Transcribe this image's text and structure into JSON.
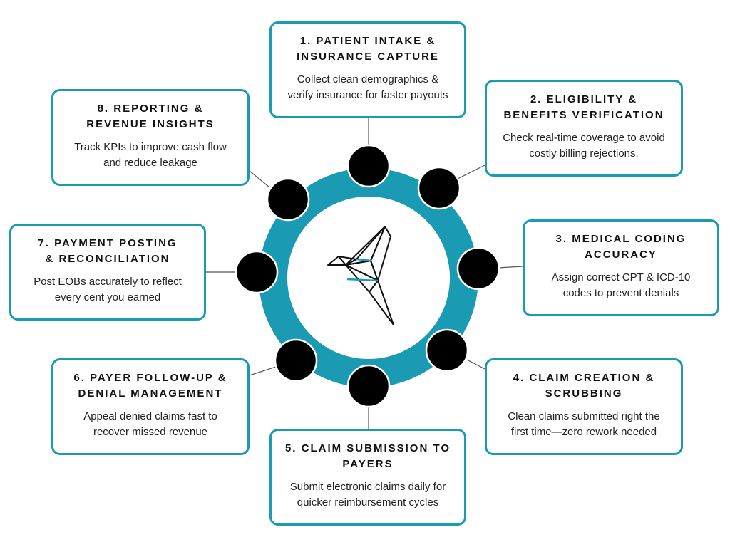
{
  "diagram": {
    "colors": {
      "accent": "#1a9bb3",
      "node": "#000000",
      "connector": "#555555",
      "text": "#111111"
    },
    "center_icon": "origami-bird-icon",
    "steps": [
      {
        "title": "1. PATIENT INTAKE &\nINSURANCE CAPTURE",
        "desc": "Collect clean demographics &\nverify insurance for faster payouts"
      },
      {
        "title": "2. ELIGIBILITY &\nBENEFITS VERIFICATION",
        "desc": "Check real-time coverage to avoid\ncostly billing rejections."
      },
      {
        "title": "3. MEDICAL CODING\nACCURACY",
        "desc": "Assign correct CPT & ICD-10\ncodes to prevent denials"
      },
      {
        "title": "4. CLAIM CREATION &\nSCRUBBING",
        "desc": "Clean claims submitted right the\nfirst time—zero rework needed"
      },
      {
        "title": "5. CLAIM SUBMISSION TO\nPAYERS",
        "desc": "Submit electronic claims daily for\nquicker reimbursement cycles"
      },
      {
        "title": "6. PAYER FOLLOW-UP &\nDENIAL MANAGEMENT",
        "desc": "Appeal denied claims fast to\nrecover missed revenue"
      },
      {
        "title": "7. PAYMENT POSTING\n& RECONCILIATION",
        "desc": "Post EOBs accurately to reflect\nevery cent you earned"
      },
      {
        "title": "8. REPORTING &\nREVENUE INSIGHTS",
        "desc": "Track KPIs to improve cash flow\nand reduce leakage"
      }
    ]
  }
}
